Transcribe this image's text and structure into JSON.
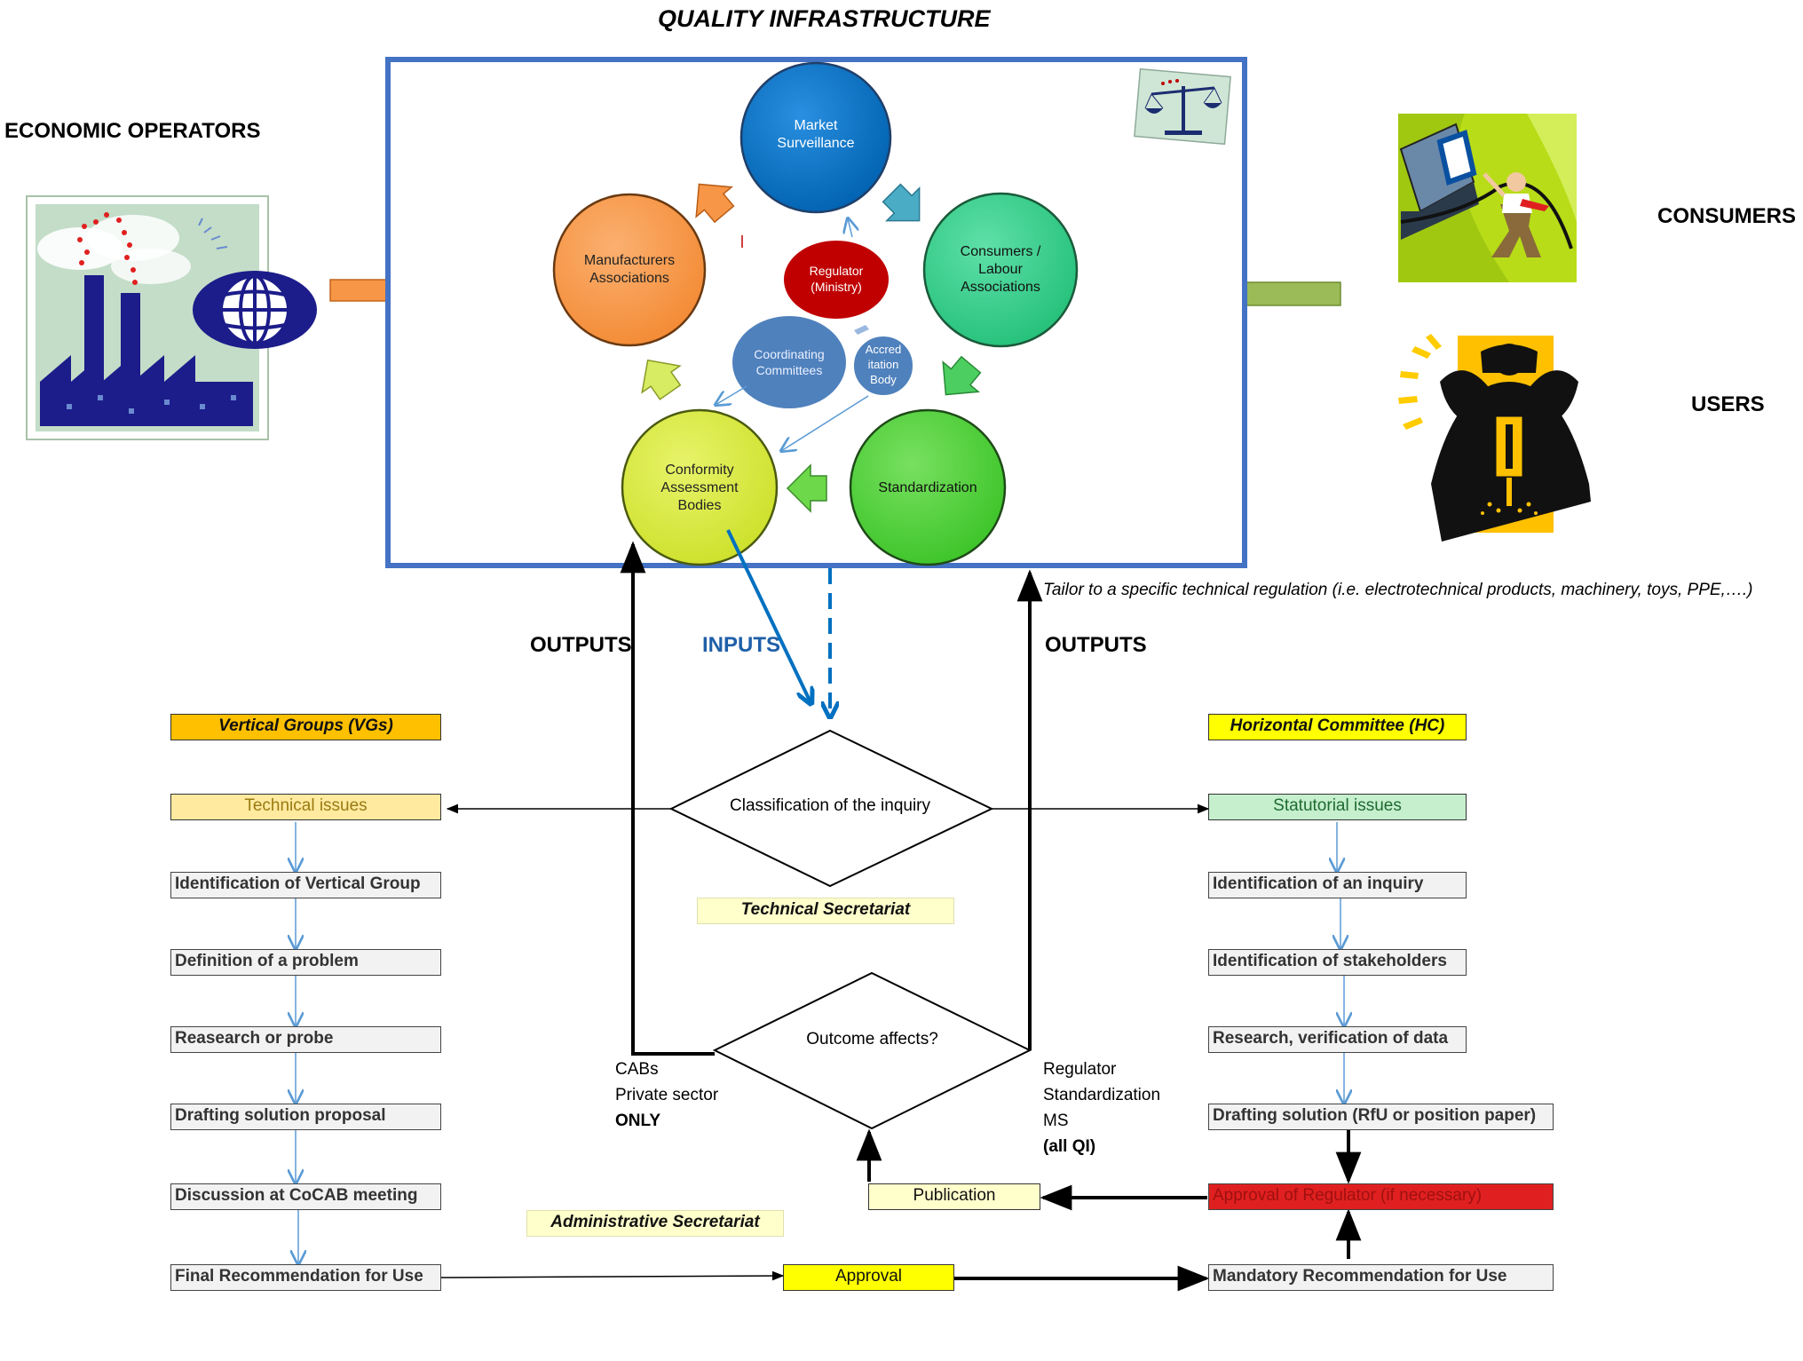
{
  "title": "QUALITY INFRASTRUCTURE",
  "side_labels": {
    "economic_operators": "ECONOMIC OPERATORS",
    "consumers": "CONSUMERS",
    "users": "USERS"
  },
  "qi_circles": {
    "market_surveillance": [
      "Market",
      "Surveillance"
    ],
    "manufacturers": [
      "Manufacturers",
      "Associations"
    ],
    "consumers_labour": [
      "Consumers /",
      "Labour",
      "Associations"
    ],
    "regulator": [
      "Regulator",
      "(Ministry)"
    ],
    "coordinating": [
      "Coordinating",
      "Committees"
    ],
    "accreditation": [
      "Accred",
      "itation",
      "Body"
    ],
    "conformity": [
      "Conformity",
      "Assessment",
      "Bodies"
    ],
    "standardization": [
      "Standardization"
    ]
  },
  "tailor_note": "Tailor to a specific technical regulation (i.e. electrotechnical products, machinery, toys, PPE,….)",
  "flow_labels": {
    "outputs_left": "OUTPUTS",
    "inputs": "INPUTS",
    "outputs_right": "OUTPUTS"
  },
  "decisions": {
    "classification": "Classification of the inquiry",
    "outcome": "Outcome affects?"
  },
  "secretariats": {
    "technical": "Technical Secretariat",
    "administrative": "Administrative Secretariat"
  },
  "outcome_left": [
    "CABs",
    "Private sector",
    "ONLY"
  ],
  "outcome_right": [
    "Regulator",
    "Standardization",
    "MS",
    "(all QI)"
  ],
  "vertical": {
    "header": "Vertical Groups (VGs)",
    "category": "Technical issues",
    "steps": [
      "Identification of Vertical Group",
      "Definition of a problem",
      "Reasearch or probe",
      "Drafting solution proposal",
      "Discussion at CoCAB meeting",
      "Final Recommendation for Use"
    ]
  },
  "horizontal": {
    "header": "Horizontal Committee (HC)",
    "category": "Statutorial issues",
    "steps": [
      "Identification of an inquiry",
      "Identification of stakeholders",
      "Research, verification of data",
      "Drafting solution (RfU or position paper)"
    ],
    "approval_regulator": "Approval of Regulator (if necessary)",
    "mandatory": "Mandatory Recommendation for Use"
  },
  "approval": "Approval",
  "publication": "Publication",
  "colors": {
    "qi_frame": "#4472c4",
    "market_surveillance": "#0070c0",
    "manufacturers": "#f79646",
    "consumers_labour": "#2fcf8a",
    "regulator": "#c00000",
    "coordinating": "#4f81bd",
    "conformity": "#d7e83f",
    "standardization": "#4ccf3a",
    "vg_header": "#ffc000",
    "hc_header": "#ffff00",
    "technical_issues": "#ffeaa0",
    "statutorial_issues": "#c6efce",
    "approval_regulator": "#e02020",
    "approval_box": "#ffff00",
    "publication_box": "#ffffcc"
  }
}
